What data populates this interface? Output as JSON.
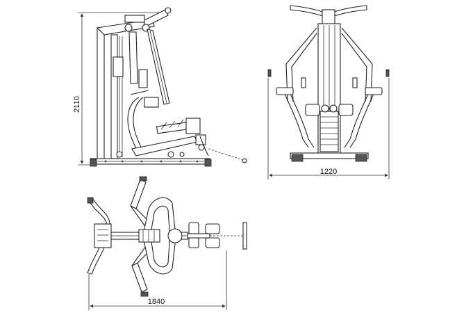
{
  "dimensions": {
    "height_label": "2110",
    "width_label": "1220",
    "length_label": "1840",
    "unit": ""
  },
  "views": [
    "side-view",
    "front-view",
    "top-view"
  ]
}
